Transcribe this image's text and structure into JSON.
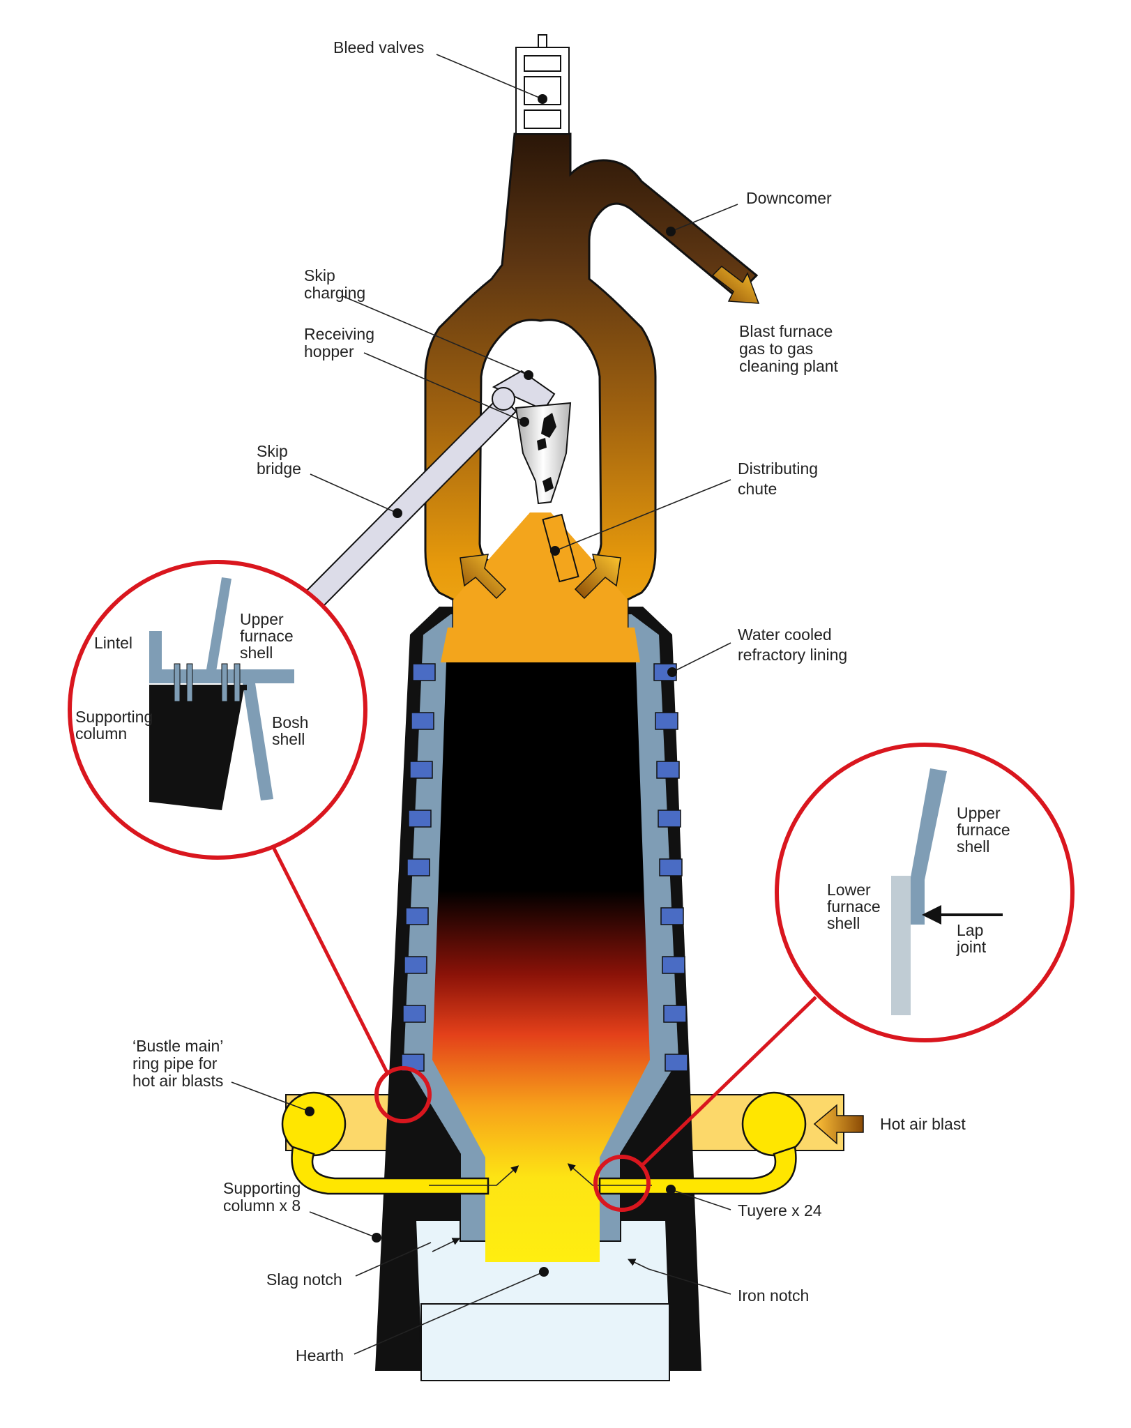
{
  "labels": {
    "bleed_valves": "Bleed valves",
    "downcomer": "Downcomer",
    "skip_charging": [
      "Skip",
      "charging"
    ],
    "receiving_hopper": [
      "Receiving",
      "hopper"
    ],
    "gas_to_cleaning": [
      "Blast furnace",
      "gas to gas",
      "cleaning plant"
    ],
    "skip_bridge": [
      "Skip",
      "bridge"
    ],
    "distributing_chute": [
      "Distributing",
      "chute"
    ],
    "water_cooled_lining": [
      "Water cooled",
      "refractory lining"
    ],
    "bustle_main": [
      "‘Bustle main’",
      "ring pipe for",
      "hot air blasts"
    ],
    "hot_air_blast": "Hot air blast",
    "supporting_column_x8": [
      "Supporting",
      "column x 8"
    ],
    "tuyere": "Tuyere x 24",
    "slag_notch": "Slag notch",
    "iron_notch": "Iron notch",
    "hearth": "Hearth"
  },
  "inset_left": {
    "lintel": "Lintel",
    "upper_furnace_shell": [
      "Upper",
      "furnace",
      "shell"
    ],
    "supporting_column": [
      "Supporting",
      "column"
    ],
    "bosh_shell": [
      "Bosh",
      "shell"
    ]
  },
  "inset_right": {
    "upper_furnace_shell": [
      "Upper",
      "furnace",
      "shell"
    ],
    "lower_furnace_shell": [
      "Lower",
      "furnace",
      "shell"
    ],
    "lap_joint": [
      "Lap",
      "joint"
    ]
  },
  "colors": {
    "outer_shell": "#111111",
    "lining": "#7f9db5",
    "cooling_block": "#4a6cc4",
    "bustle_pipe": "#ffe600",
    "hot_air_duct": "#fcd86a",
    "hearth_fill": "#e8f4fa",
    "inset_ring": "#d9161e",
    "skip_bridge": "#dcdce8"
  }
}
